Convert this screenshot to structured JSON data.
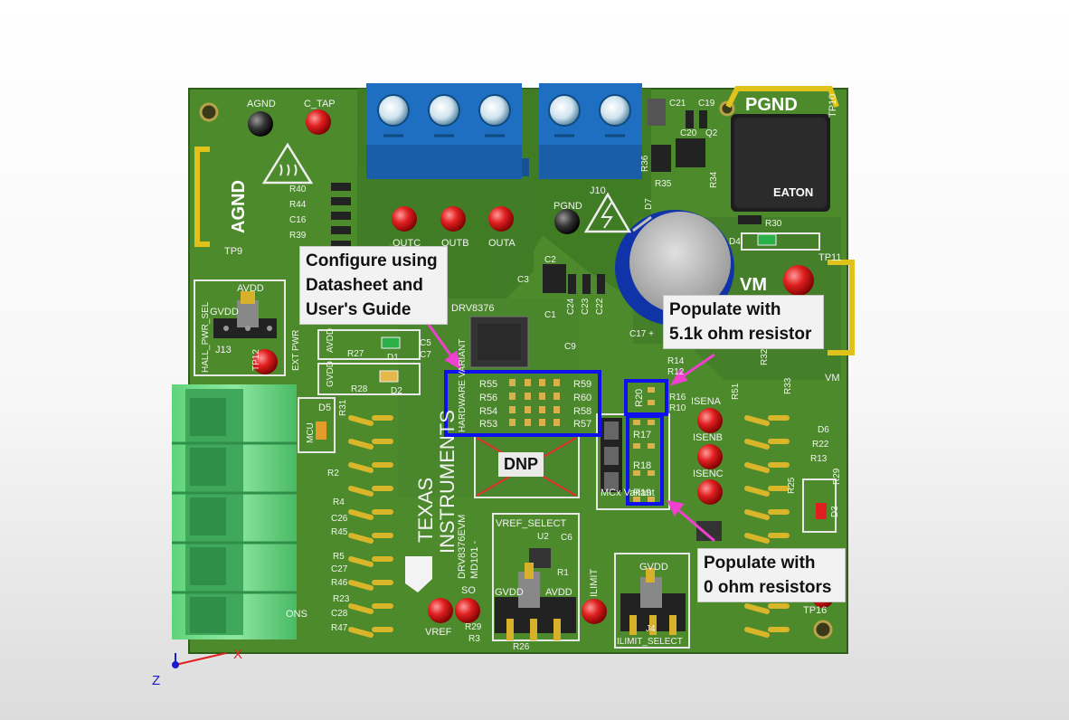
{
  "callouts": {
    "configure": {
      "line1": "Configure using",
      "line2": "Datasheet  and",
      "line3": "User's Guide"
    },
    "populate_51k": {
      "line1": "Populate with",
      "line2": "5.1k ohm resistor"
    },
    "populate_0": {
      "line1": "Populate with",
      "line2": "0 ohm resistors"
    },
    "dnp": "DNP"
  },
  "board": {
    "silkscreen": {
      "agnd_test_point": "AGND",
      "c_tap": "C_TAP",
      "agnd_big": "AGND",
      "tp9": "TP9",
      "pgnd": "PGND",
      "pgnd_tp": "PGND",
      "outc": "OUTC",
      "outb": "OUTB",
      "outa": "OUTA",
      "j10": "J10",
      "vm": "VM",
      "vm_small": "VM",
      "tp11": "TP11",
      "tp10": "TP10",
      "avdd": "AVDD",
      "gvdd": "GVDD",
      "hall_pwr_sel": "HALL_PWR_SEL",
      "j13": "J13",
      "tp12": "TP12",
      "ext_pwr": "EXT PWR",
      "mcu": "MCU",
      "d5": "D5",
      "hardware_variant": "HARDWARE VARIANT",
      "drv_chip": "DRV8376",
      "texas": "TEXAS",
      "instruments": "INSTRUMENTS",
      "evm_name": "DRV8376EVM",
      "evm_code": "MD101 -",
      "vref_select": "VREF_SELECT",
      "vref": "VREF",
      "so": "SO",
      "ilimit": "ILIMIT",
      "ilimit_select": "ILIMIT_SELECT",
      "isena": "ISENA",
      "isenb": "ISENB",
      "isenc": "ISENC",
      "mcx_variant": "MCx Variant",
      "eaton": "EATON",
      "tp16": "TP16",
      "ons": "ONS"
    },
    "res_left": [
      "R55",
      "R56",
      "R54",
      "R53"
    ],
    "res_right": [
      "R59",
      "R60",
      "R58",
      "R57"
    ],
    "res_ilim": [
      "R17",
      "R18",
      "R19"
    ],
    "res_20": "R20",
    "parts": {
      "r40": "R40",
      "r44": "R44",
      "c16": "C16",
      "r39": "R39",
      "c21": "C21",
      "c19": "C19",
      "c20": "C20",
      "q2": "Q2",
      "r35": "R35",
      "r34": "R34",
      "r30": "R30",
      "d4": "D4",
      "d7": "D7",
      "r36": "R36",
      "c2": "C2",
      "c3": "C3",
      "c1": "C1",
      "c24": "C24",
      "c23": "C23",
      "c22": "C22",
      "c5": "C5",
      "c7": "C7",
      "c9": "C9",
      "c17": "C17 +",
      "r27": "R27",
      "d1": "D1",
      "r28": "R28",
      "d2": "D2",
      "r31": "R31",
      "r2": "R2",
      "r4": "R4",
      "c26": "C26",
      "r45": "R45",
      "r5": "R5",
      "c27": "C27",
      "r46": "R46",
      "r23": "R23",
      "c28": "C28",
      "r47": "R47",
      "r3": "R3",
      "r29": "R29",
      "r26": "R26",
      "u2": "U2",
      "c6": "C6",
      "r1": "R1",
      "j4": "J4",
      "r14": "R14",
      "r12": "R12",
      "r16": "R16",
      "r10": "R10",
      "r32": "R32",
      "r33": "R33",
      "r51": "R51",
      "d6": "D6",
      "r22": "R22",
      "r13": "R13",
      "r29b": "R29",
      "d3": "D3",
      "r25": "R25"
    }
  },
  "axes": {
    "x": "X",
    "z": "Z"
  }
}
